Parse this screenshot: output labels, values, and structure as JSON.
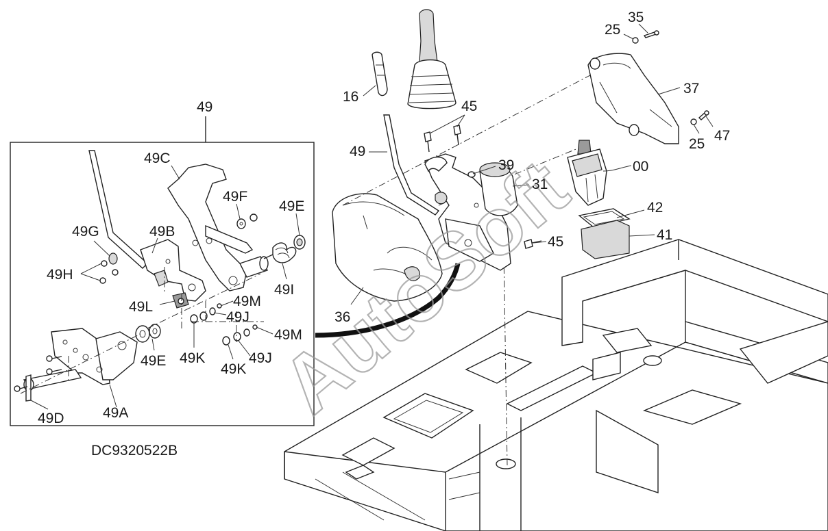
{
  "diagram_code": "DC9320522B",
  "watermark": "AutoSoft",
  "callouts": {
    "c49_top": "49",
    "c16": "16",
    "c45_a": "45",
    "c49_lever": "49",
    "c39": "39",
    "c31": "31",
    "c00": "00",
    "c42": "42",
    "c41": "41",
    "c45_b": "45",
    "c36": "36",
    "c25_a": "25",
    "c35": "35",
    "c37": "37",
    "c25_b": "25",
    "c47": "47",
    "c49C": "49C",
    "c49F": "49F",
    "c49E_a": "49E",
    "c49G": "49G",
    "c49B": "49B",
    "c49H": "49H",
    "c49I": "49I",
    "c49L": "49L",
    "c49M_a": "49M",
    "c49J_a": "49J",
    "c49M_b": "49M",
    "c49E_b": "49E",
    "c49K_a": "49K",
    "c49J_b": "49J",
    "c49K_b": "49K",
    "c49D": "49D",
    "c49A": "49A"
  }
}
